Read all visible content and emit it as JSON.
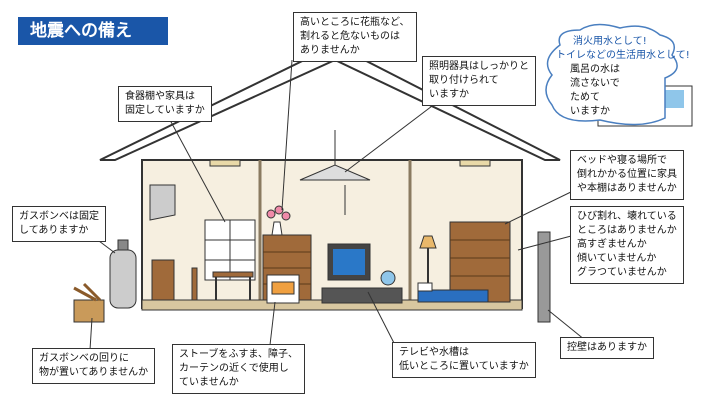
{
  "title": "地震への備え",
  "notes": {
    "flower_vase": "高いところに花瓶など、\n割れると危ないものは\nありませんか",
    "lighting": "照明器具はしっかりと\n取り付けられて\nいますか",
    "cupboard": "食器棚や家具は\n固定していますか",
    "gas_cylinder_fixed": "ガスボンベは固定\nしてありますか",
    "gas_cylinder_around": "ガスボンベの回りに\n物が置いてありませんか",
    "stove": "ストーブをふすま、障子、\nカーテンの近くで使用し\nていませんか",
    "tv": "テレビや水槽は\n低いところに置いていますか",
    "bed": "ベッドや寝る場所で\n倒れかかる位置に家具\nや本棚はありませんか",
    "walls": "ひび割れ、壊れている\nところはありませんか\n高すぎませんか\n傾いていませんか\nグラつていませんか",
    "block_wall": "控壁はありますか"
  },
  "bath_cloud": {
    "line1": "消火用水として!",
    "line2": "トイレなどの生活用水として!",
    "line3": "風呂の水は\n流さないで\nためて\nいますか"
  },
  "colors": {
    "title_bg": "#1a56a8",
    "wall": "#f3ebd9",
    "wood": "#a06a3a",
    "tv_screen": "#2a78c8",
    "water": "#8fc6ea"
  }
}
